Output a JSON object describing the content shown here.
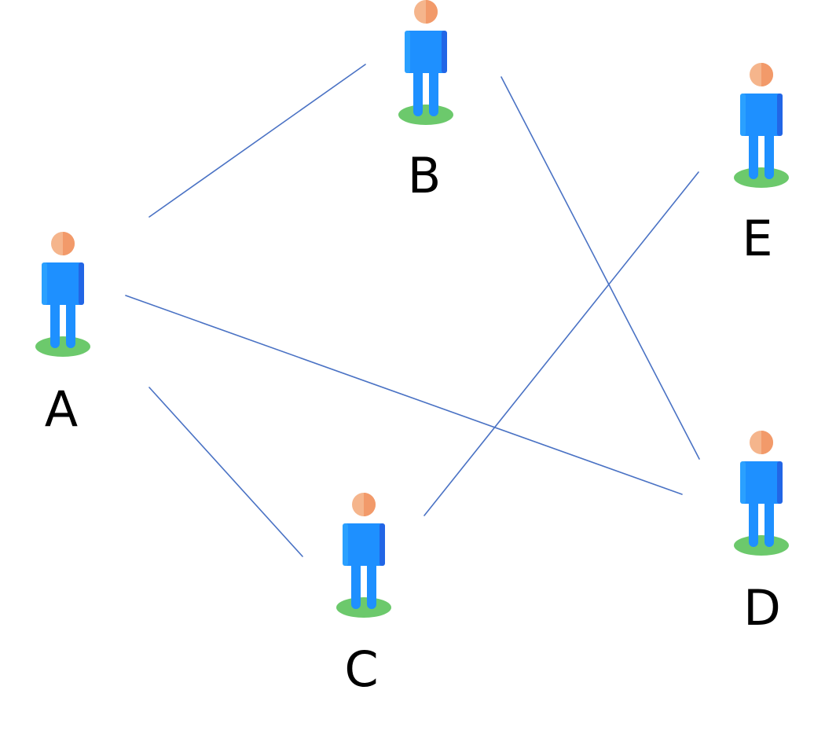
{
  "diagram": {
    "type": "network",
    "colors": {
      "edge": "#4a72c4",
      "body": "#1e90ff",
      "body_shade": "#2266e6",
      "head": "#f5b58c",
      "head_shade": "#f29a6a",
      "ground": "#6cc96c",
      "label": "#000000"
    },
    "icon": "person-icon",
    "nodes": [
      {
        "id": "A",
        "label": "A"
      },
      {
        "id": "B",
        "label": "B"
      },
      {
        "id": "C",
        "label": "C"
      },
      {
        "id": "D",
        "label": "D"
      },
      {
        "id": "E",
        "label": "E"
      }
    ],
    "edges": [
      {
        "from": "A",
        "to": "B"
      },
      {
        "from": "A",
        "to": "C"
      },
      {
        "from": "A",
        "to": "D"
      },
      {
        "from": "B",
        "to": "D"
      },
      {
        "from": "C",
        "to": "E"
      }
    ]
  }
}
